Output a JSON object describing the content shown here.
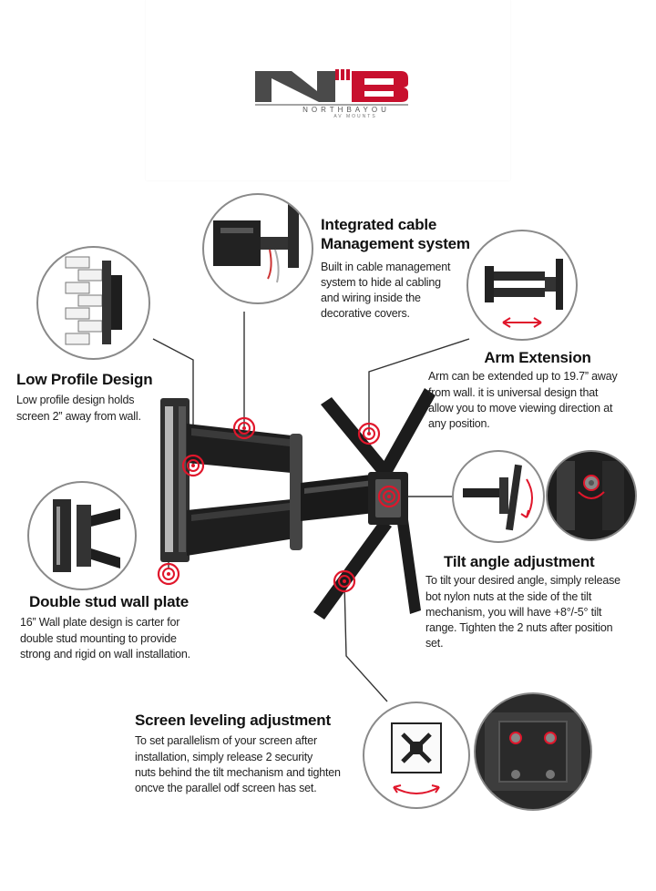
{
  "logo": {
    "letters": "NB",
    "brand": "NORTHBAYOU",
    "tagline": "AV MOUNTS",
    "colors": {
      "gray": "#4a4a4a",
      "red": "#c8102e"
    }
  },
  "features": {
    "cable": {
      "title_line1": "Integrated cable",
      "title_line2": "Management system",
      "desc": [
        "Built in cable management",
        "system to hide al cabling",
        "and wiring inside the",
        "decorative covers."
      ]
    },
    "arm": {
      "title": "Arm Extension",
      "desc": [
        "Arm can be extended up to 19.7” away",
        "from wall. it is universal design that",
        "allow you to move viewing direction at",
        "any position."
      ]
    },
    "low": {
      "title": "Low Profile Design",
      "desc": [
        "Low profile design holds",
        "screen 2” away from wall."
      ]
    },
    "tilt": {
      "title": "Tilt angle adjustment",
      "desc": [
        "To tilt your desired angle, simply release",
        "bot nylon nuts at the side of the tilt",
        "mechanism, you will have +8°/-5° tilt",
        "range. Tighten the 2 nuts after position",
        "set."
      ]
    },
    "stud": {
      "title": "Double stud wall plate",
      "desc": [
        "16” Wall plate design is carter for",
        "double stud mounting to provide",
        "strong and rigid on wall installation."
      ]
    },
    "level": {
      "title": "Screen leveling adjustment",
      "desc": [
        "To set parallelism of your screen after",
        "installation, simply release 2 security",
        "nuts behind the tilt mechanism and tighten",
        "oncve the parallel odf screen has set."
      ]
    }
  },
  "accent_color": "#e0162b"
}
